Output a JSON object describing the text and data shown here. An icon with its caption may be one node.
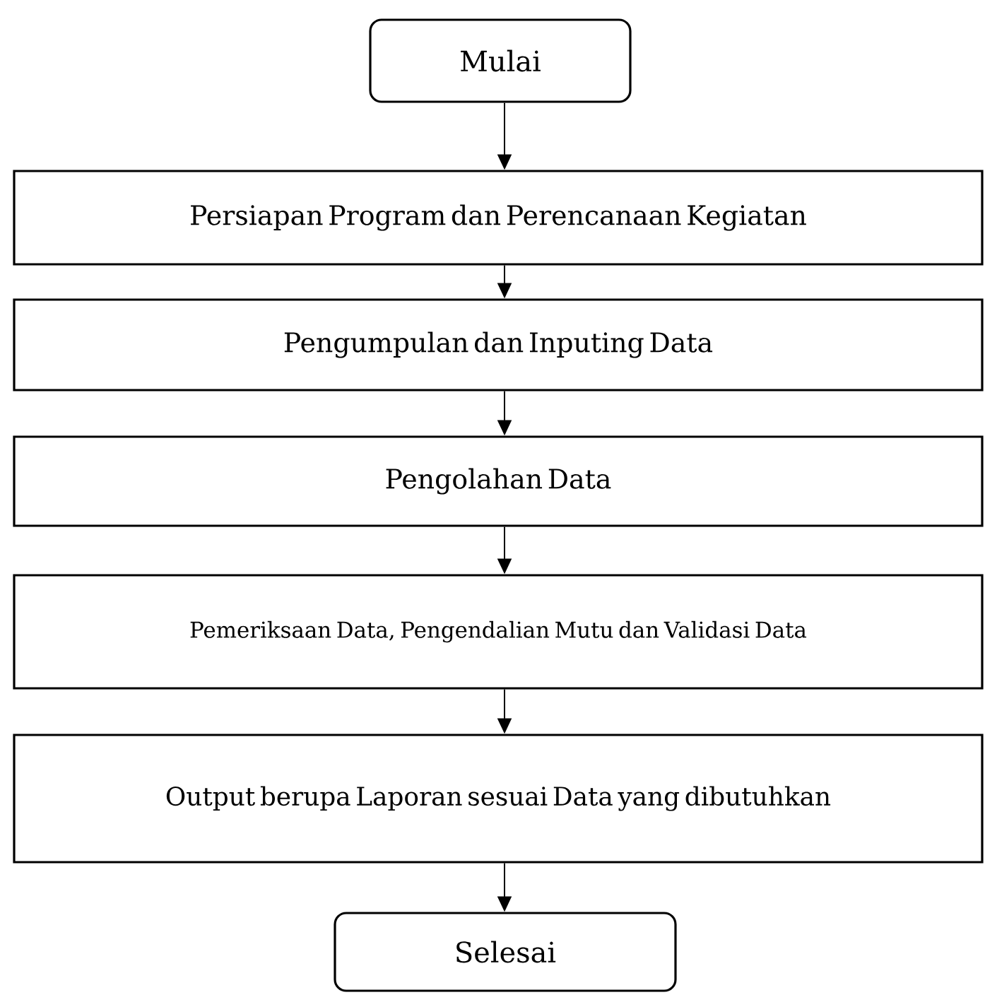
{
  "diagram": {
    "nodes": [
      {
        "text": [
          "Mulai"
        ]
      },
      {
        "text": [
          "Persiapan Program dan Perencanaan Kegiatan"
        ]
      },
      {
        "text": [
          "Pengumpulan dan Inputing Data"
        ]
      },
      {
        "text": [
          "Pengolahan Data"
        ]
      },
      {
        "text": [
          "Pemeriksaan Data, Pengendalian Mutu dan Validasi Data"
        ]
      },
      {
        "text": [
          "Output berupa Laporan sesuai Data yang dibutuhkan"
        ]
      },
      {
        "text": [
          "Selesai"
        ]
      }
    ],
    "edges": [
      {
        "from": 0,
        "to": 1,
        "arrow": "to"
      },
      {
        "from": 1,
        "to": 2,
        "arrow": "to"
      },
      {
        "from": 2,
        "to": 3,
        "arrow": "to"
      },
      {
        "from": 3,
        "to": 4,
        "arrow": "to"
      },
      {
        "from": 4,
        "to": 5,
        "arrow": "to"
      },
      {
        "from": 5,
        "to": 6,
        "arrow": "to"
      }
    ]
  }
}
